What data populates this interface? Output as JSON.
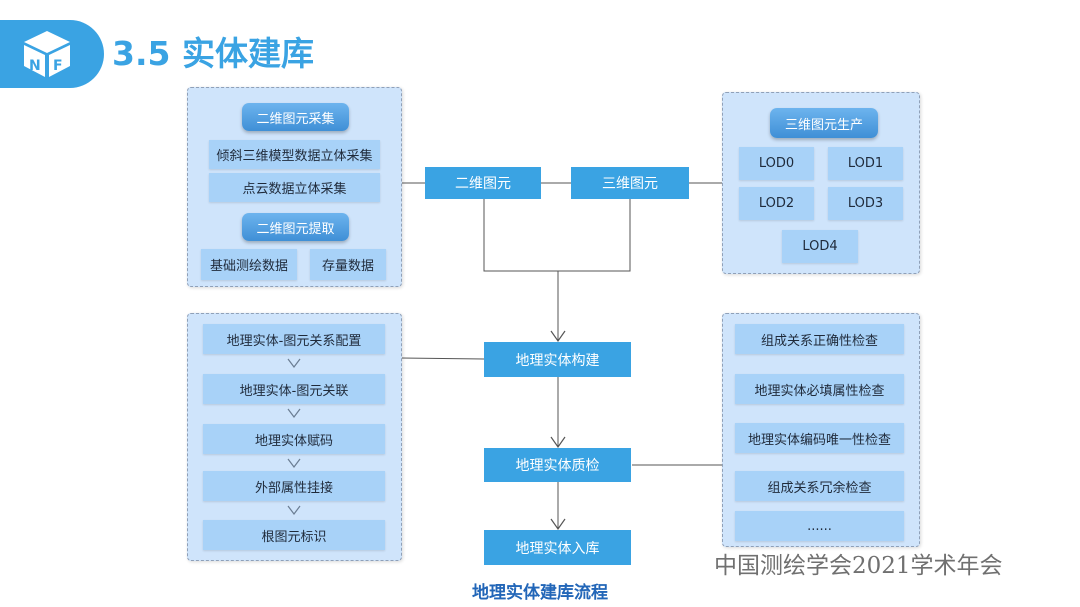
{
  "header": {
    "title": "3.5 实体建库",
    "logo_icon": "cube-logo-icon"
  },
  "top_left_panel": {
    "collect_label": "二维图元采集",
    "oblique_label": "倾斜三维模型数据立体采集",
    "pointcloud_label": "点云数据立体采集",
    "extract_label": "二维图元提取",
    "basic_label": "基础测绘数据",
    "stock_label": "存量数据"
  },
  "top_right_panel": {
    "produce_label": "三维图元生产",
    "lods": [
      "LOD0",
      "LOD1",
      "LOD2",
      "LOD3",
      "LOD4"
    ]
  },
  "flow": {
    "elem2d": "二维图元",
    "elem3d": "三维图元",
    "build": "地理实体构建",
    "qc": "地理实体质检",
    "store": "地理实体入库"
  },
  "left_steps": [
    "地理实体-图元关系配置",
    "地理实体-图元关联",
    "地理实体赋码",
    "外部属性挂接",
    "根图元标识"
  ],
  "right_checks": [
    "组成关系正确性检查",
    "地理实体必填属性检查",
    "地理实体编码唯一性检查",
    "组成关系冗余检查",
    "......"
  ],
  "caption": "地理实体建库流程",
  "watermark": "中国测绘学会2021学术年会",
  "colors": {
    "accent": "#3aa3e3",
    "panel_bg": "#cfe4fb",
    "box_bg": "#a8d2f8",
    "caption": "#2266b8"
  }
}
